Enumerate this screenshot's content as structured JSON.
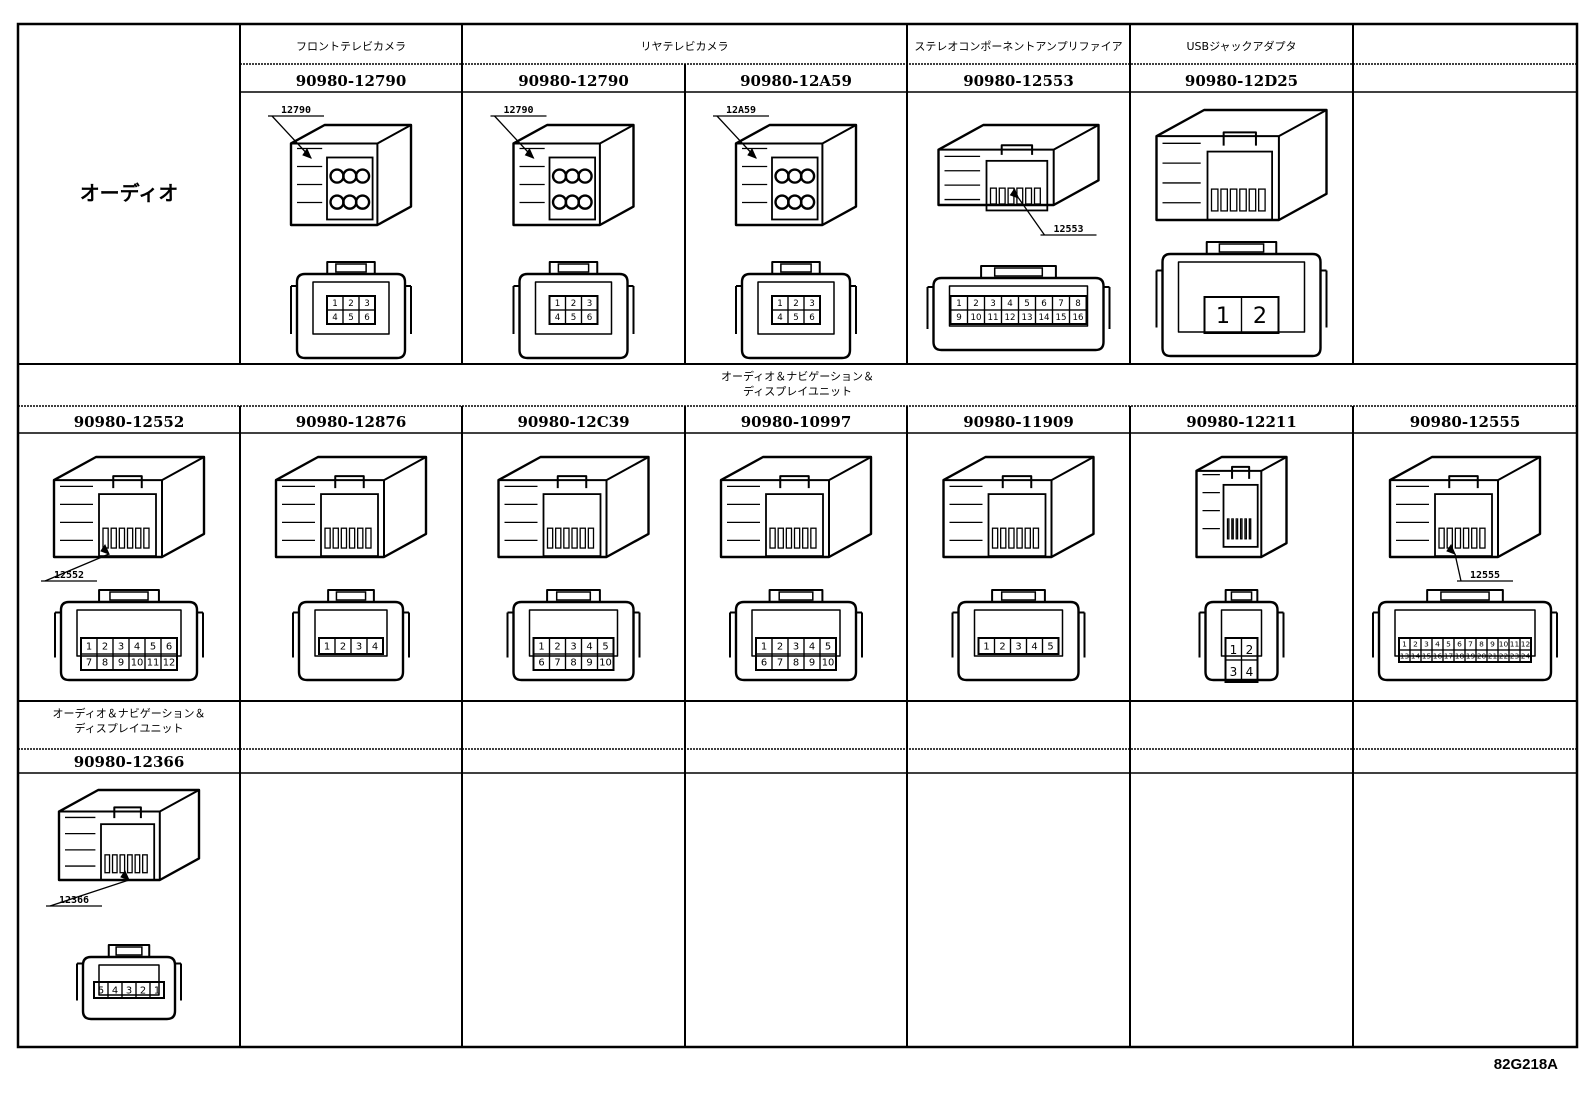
{
  "row1": {
    "group_label": "オーディオ",
    "headers": [
      {
        "label": "フロントテレビカメラ"
      },
      {
        "label": "リヤテレビカメラ"
      },
      {
        "label": "ステレオコンポーネントアンプリファイア"
      },
      {
        "label": "USBジャックアダプタ"
      },
      {
        "label": ""
      }
    ],
    "connectors": [
      {
        "part_no": "90980-12790",
        "callout": "12790",
        "pins": [
          "1",
          "2",
          "3",
          "4",
          "5",
          "6"
        ]
      },
      {
        "part_no": "90980-12790",
        "callout": "12790",
        "pins": [
          "1",
          "2",
          "3",
          "4",
          "5",
          "6"
        ]
      },
      {
        "part_no": "90980-12A59",
        "callout": "12A59",
        "pins": [
          "1",
          "2",
          "3",
          "4",
          "5",
          "6"
        ]
      },
      {
        "part_no": "90980-12553",
        "callout": "12553",
        "pins": [
          "1",
          "2",
          "3",
          "4",
          "5",
          "6",
          "7",
          "8",
          "9",
          "10",
          "11",
          "12",
          "13",
          "14",
          "15",
          "16"
        ]
      },
      {
        "part_no": "90980-12D25",
        "callout": "",
        "pins": [
          "1",
          "2"
        ]
      }
    ]
  },
  "row2": {
    "group_label_lines": [
      "オーディオ＆ナビゲーション＆",
      "ディスプレイユニット"
    ],
    "connectors": [
      {
        "part_no": "90980-12552",
        "callout": "12552",
        "pins": [
          "1",
          "2",
          "3",
          "4",
          "5",
          "6",
          "7",
          "8",
          "9",
          "10",
          "11",
          "12"
        ]
      },
      {
        "part_no": "90980-12876",
        "callout": "",
        "pins": [
          "1",
          "2",
          "3",
          "4"
        ]
      },
      {
        "part_no": "90980-12C39",
        "callout": "",
        "pins": [
          "1",
          "2",
          "3",
          "4",
          "5",
          "6",
          "7",
          "8",
          "9",
          "10"
        ]
      },
      {
        "part_no": "90980-10997",
        "callout": "",
        "pins": [
          "1",
          "2",
          "3",
          "4",
          "5",
          "6",
          "7",
          "8",
          "9",
          "10"
        ]
      },
      {
        "part_no": "90980-11909",
        "callout": "",
        "pins": [
          "1",
          "2",
          "3",
          "4",
          "5"
        ]
      },
      {
        "part_no": "90980-12211",
        "callout": "",
        "pins": [
          "1",
          "2",
          "3",
          "4"
        ]
      },
      {
        "part_no": "90980-12555",
        "callout": "12555",
        "pins": [
          "1",
          "2",
          "3",
          "4",
          "5",
          "6",
          "7",
          "8",
          "9",
          "10",
          "11",
          "12",
          "13",
          "14",
          "15",
          "16",
          "17",
          "18",
          "19",
          "20",
          "21",
          "22",
          "23",
          "24"
        ]
      }
    ]
  },
  "row3": {
    "group_label_lines": [
      "オーディオ＆ナビゲーション＆",
      "ディスプレイユニット"
    ],
    "connector": {
      "part_no": "90980-12366",
      "callout": "12366",
      "pins": [
        "5",
        "4",
        "3",
        "2",
        "1"
      ]
    }
  },
  "figure_ref": "82G218A"
}
